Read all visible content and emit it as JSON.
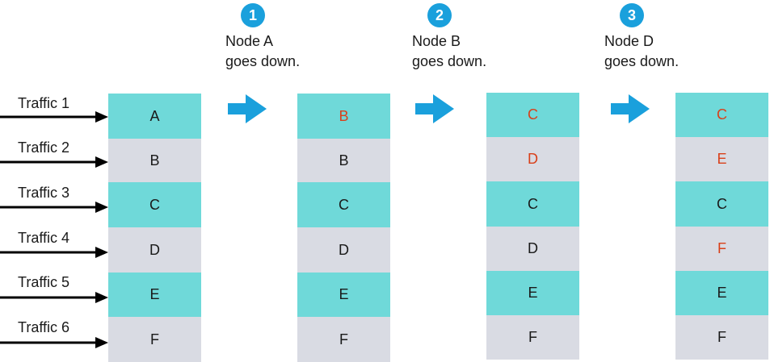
{
  "steps": [
    {
      "number": "1",
      "line1": "Node A",
      "line2": "goes down."
    },
    {
      "number": "2",
      "line1": "Node B",
      "line2": "goes down."
    },
    {
      "number": "3",
      "line1": "Node D",
      "line2": "goes down."
    }
  ],
  "traffic": [
    "Traffic 1",
    "Traffic 2",
    "Traffic 3",
    "Traffic 4",
    "Traffic 5",
    "Traffic 6"
  ],
  "columns": [
    {
      "cells": [
        {
          "label": "A",
          "changed": false
        },
        {
          "label": "B",
          "changed": false
        },
        {
          "label": "C",
          "changed": false
        },
        {
          "label": "D",
          "changed": false
        },
        {
          "label": "E",
          "changed": false
        },
        {
          "label": "F",
          "changed": false
        }
      ]
    },
    {
      "cells": [
        {
          "label": "B",
          "changed": true
        },
        {
          "label": "B",
          "changed": false
        },
        {
          "label": "C",
          "changed": false
        },
        {
          "label": "D",
          "changed": false
        },
        {
          "label": "E",
          "changed": false
        },
        {
          "label": "F",
          "changed": false
        }
      ]
    },
    {
      "cells": [
        {
          "label": "C",
          "changed": true
        },
        {
          "label": "D",
          "changed": true
        },
        {
          "label": "C",
          "changed": false
        },
        {
          "label": "D",
          "changed": false
        },
        {
          "label": "E",
          "changed": false
        },
        {
          "label": "F",
          "changed": false
        }
      ]
    },
    {
      "cells": [
        {
          "label": "C",
          "changed": true
        },
        {
          "label": "E",
          "changed": true
        },
        {
          "label": "C",
          "changed": false
        },
        {
          "label": "F",
          "changed": true
        },
        {
          "label": "E",
          "changed": false
        },
        {
          "label": "F",
          "changed": false
        }
      ]
    }
  ],
  "colors": {
    "teal_row": "#6fd9d9",
    "gray_row": "#d9dbe3",
    "changed_text": "#d9401a",
    "accent_blue": "#1aa0dc"
  },
  "icons": {
    "step_badge": "numbered-circle-icon",
    "flow_arrow": "right-arrow-icon",
    "traffic_arrow": "traffic-arrow-icon"
  }
}
